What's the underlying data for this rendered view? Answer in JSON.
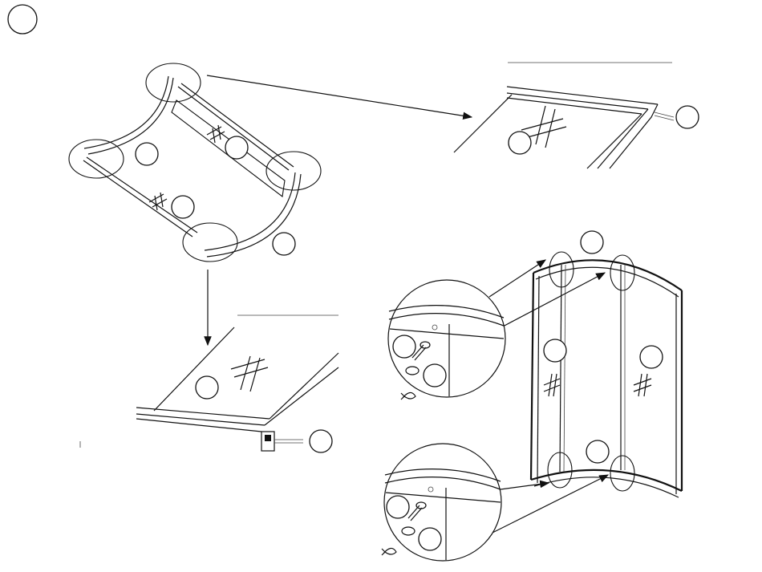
{
  "diagram": {
    "description_visible_text": "",
    "step_badge": {
      "label": ""
    },
    "panels": [
      {
        "id": "curved-frame-overview"
      },
      {
        "id": "corner-detail-top-right"
      },
      {
        "id": "corner-detail-bottom-left"
      },
      {
        "id": "assembled-enclosure"
      },
      {
        "id": "magnified-joint-top"
      },
      {
        "id": "magnified-joint-bottom"
      }
    ],
    "callout_labels": {
      "overview_a": "",
      "overview_b": "",
      "overview_c": "",
      "overview_d": "",
      "detail_tr_glass": "",
      "detail_tr_screw": "",
      "detail_bl_glass": "",
      "detail_bl_screw": "",
      "assembled_top": "",
      "assembled_left": "",
      "assembled_right": "",
      "assembled_bottom": "",
      "mag_top_screw": "",
      "mag_top_cap": "",
      "mag_bottom_screw": "",
      "mag_bottom_cap": ""
    },
    "icons": [
      "step-number-icon",
      "rotate-arrow-icon",
      "glass-hatch-icon",
      "screw-icon"
    ]
  }
}
